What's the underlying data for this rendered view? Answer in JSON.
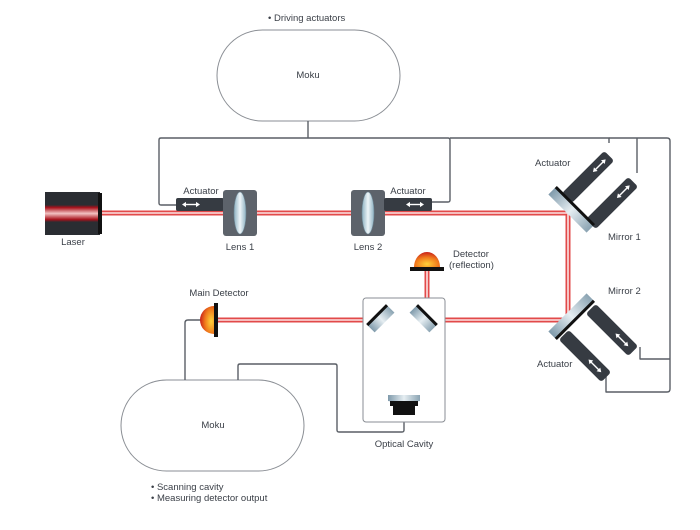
{
  "diagram": {
    "title": "Optical cavity setup",
    "colors": {
      "beam": "#e24a4a",
      "beam_core": "#fbe3e3",
      "wire": "#5a5f66",
      "actuator_body": "#363b42",
      "lens_mount": "#5d636b",
      "detector_dome": "#f06a1a"
    },
    "controllers": [
      {
        "id": "moku-top",
        "label": "Moku",
        "notes": [
          "• Driving actuators"
        ]
      },
      {
        "id": "moku-bottom",
        "label": "Moku",
        "notes": [
          "• Scanning cavity",
          "• Measuring detector output"
        ]
      }
    ],
    "components": {
      "laser": {
        "label": "Laser"
      },
      "lens1": {
        "label": "Lens 1",
        "actuator_label": "Actuator"
      },
      "lens2": {
        "label": "Lens 2",
        "actuator_label": "Actuator"
      },
      "mirror1": {
        "label": "Mirror 1",
        "actuator_label": "Actuator"
      },
      "mirror2": {
        "label": "Mirror 2",
        "actuator_label": "Actuator"
      },
      "detector_reflection": {
        "label_line1": "Detector",
        "label_line2": "(reflection)"
      },
      "main_detector": {
        "label": "Main Detector"
      },
      "optical_cavity": {
        "label": "Optical Cavity"
      }
    }
  }
}
